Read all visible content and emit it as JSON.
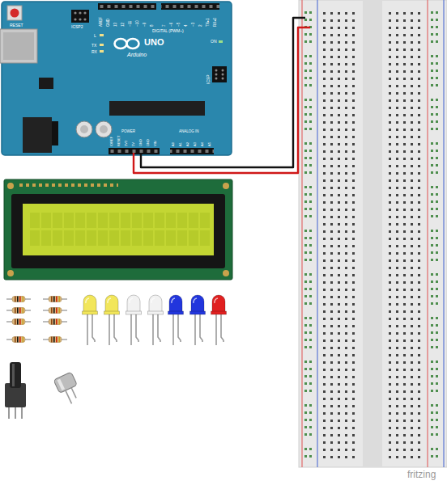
{
  "diagram": {
    "labels": [
      "RESET",
      "ICSP2",
      "L",
      "TX",
      "RX",
      "UNO",
      "Arduino",
      "ON",
      "DIGITAL (PWM~)",
      "ICSP",
      "AREF",
      "GND",
      "13",
      "12",
      "~11",
      "~10",
      "~9",
      "8",
      "7",
      "~6",
      "~5",
      "4",
      "~3",
      "2",
      "TX▸1",
      "RX◂0",
      "IOREF",
      "RESET",
      "3V3",
      "5V",
      "GND",
      "GND",
      "VIN",
      "POWER",
      "ANALOG IN",
      "A0",
      "A1",
      "A2",
      "A3",
      "A4",
      "A5",
      "fritzing"
    ]
  }
}
